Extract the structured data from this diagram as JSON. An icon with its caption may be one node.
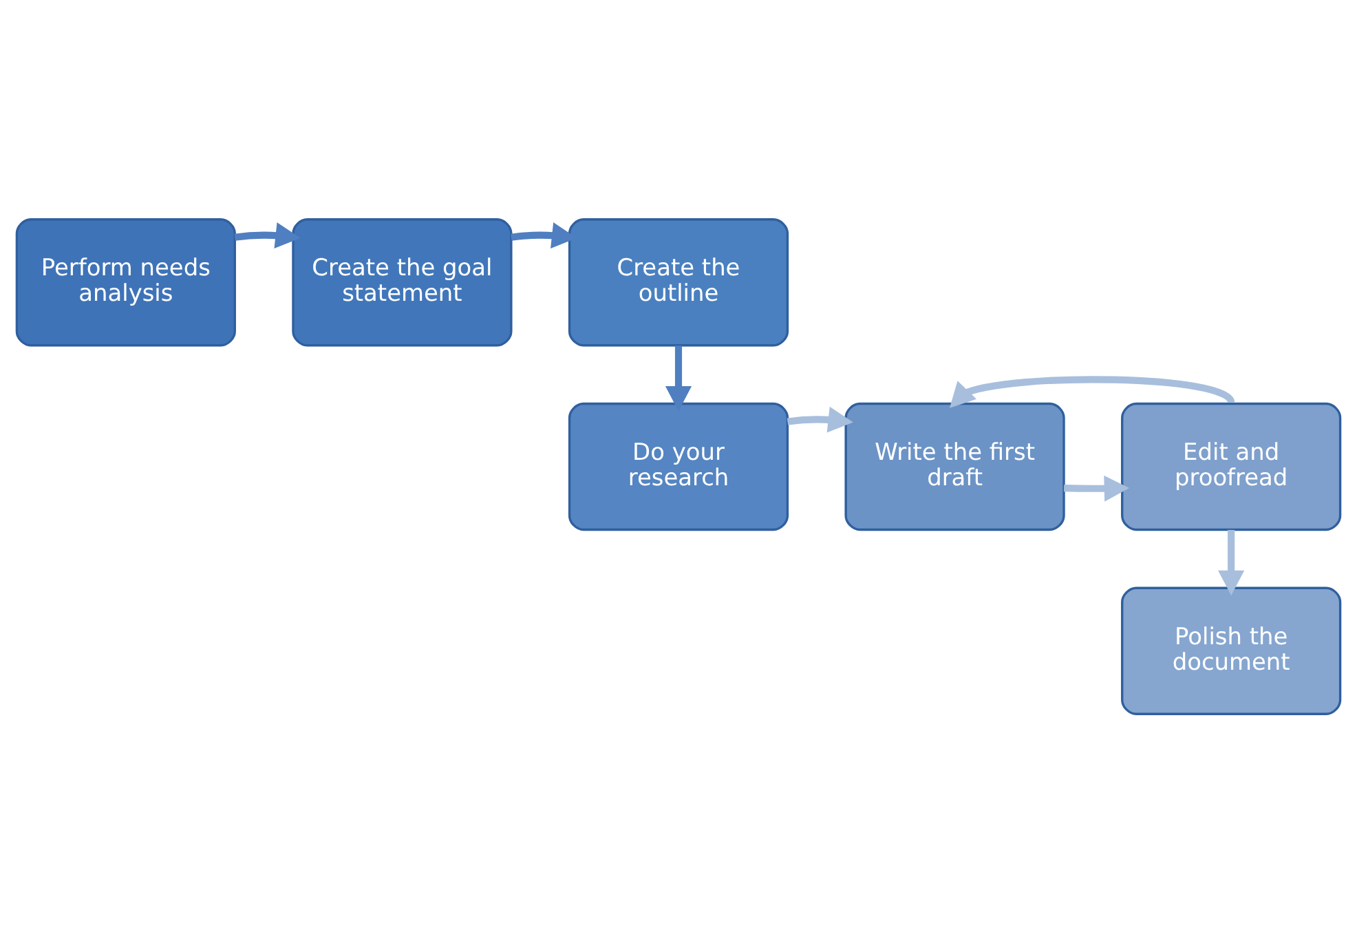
{
  "diagram": {
    "nodes": [
      {
        "text": [
          "Perform needs analysis"
        ]
      },
      {
        "text": [
          "Create the goal statement"
        ]
      },
      {
        "text": [
          "Create the outline"
        ]
      },
      {
        "text": [
          "Do your research"
        ]
      },
      {
        "text": [
          "Write the first draft"
        ]
      },
      {
        "text": [
          "Edit and proofread"
        ]
      },
      {
        "text": [
          "Polish the document"
        ]
      }
    ],
    "edges": [
      {
        "from": 0,
        "to": 1,
        "arrow": "to",
        "color": "#4f7fc0"
      },
      {
        "from": 1,
        "to": 2,
        "arrow": "to",
        "color": "#4f7fc0"
      },
      {
        "from": 2,
        "to": 3,
        "arrow": "to",
        "color": "#4f7fc0"
      },
      {
        "from": 3,
        "to": 4,
        "arrow": "to"
      },
      {
        "from": 4,
        "to": 5,
        "arrow": "to"
      },
      {
        "from": 5,
        "to": 4,
        "arrow": "to"
      },
      {
        "from": 5,
        "to": 6,
        "arrow": "to"
      }
    ]
  }
}
